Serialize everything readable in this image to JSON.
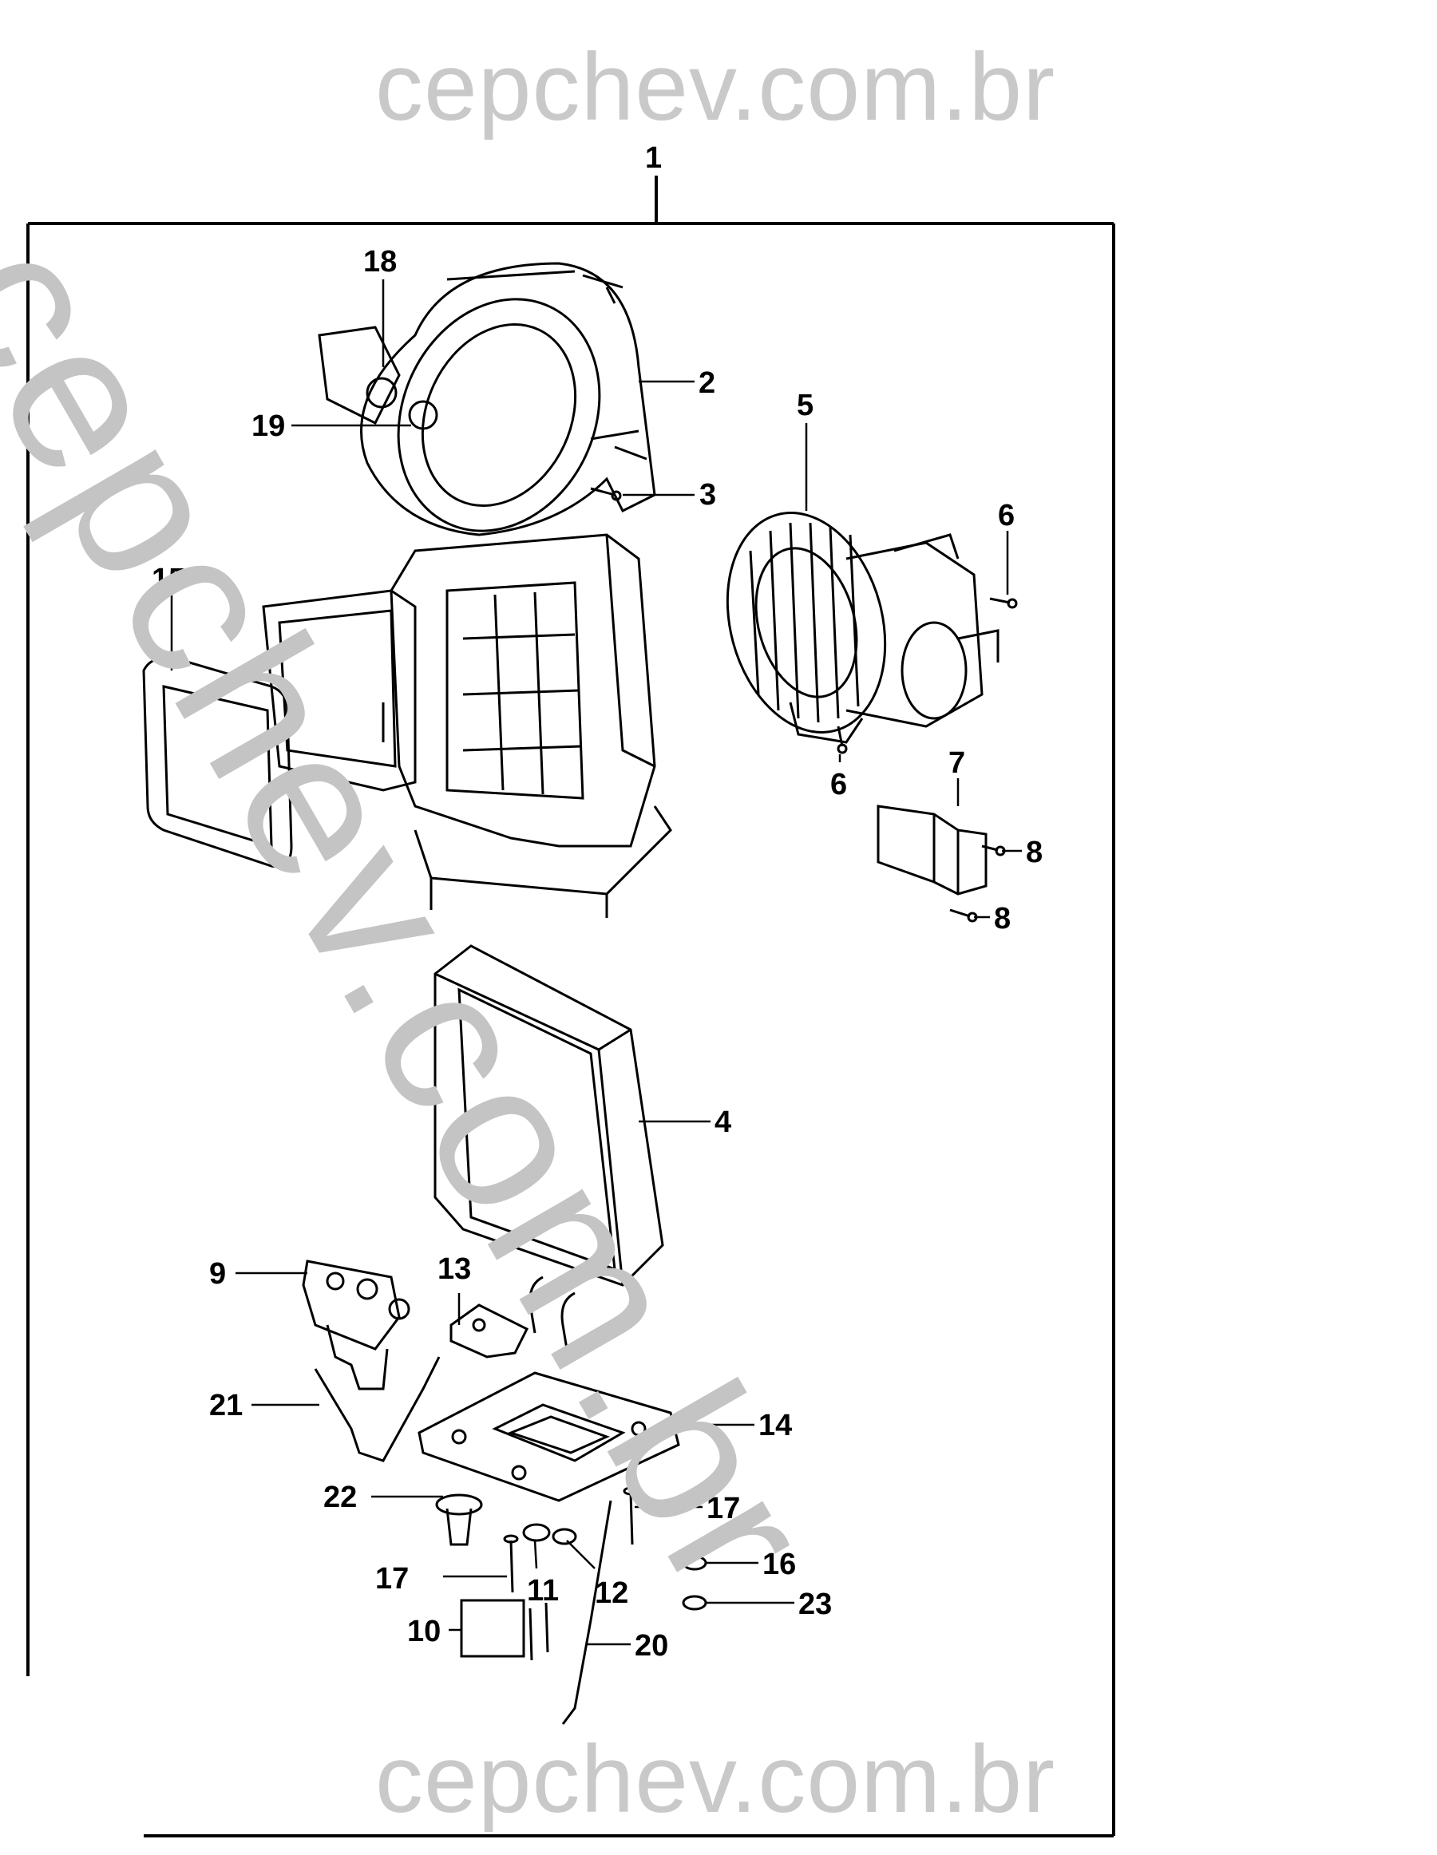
{
  "watermark": {
    "top": "cepchev.com.br",
    "bottom": "cepchev.com.br",
    "diagonal": "cepchev.com.br"
  },
  "callouts": {
    "c1": "1",
    "c2": "2",
    "c3": "3",
    "c4": "4",
    "c5": "5",
    "c6a": "6",
    "c6b": "6",
    "c7": "7",
    "c8a": "8",
    "c8b": "8",
    "c9": "9",
    "c10": "10",
    "c11": "11",
    "c12": "12",
    "c13": "13",
    "c14": "14",
    "c15": "15",
    "c16": "16",
    "c17a": "17",
    "c17b": "17",
    "c18": "18",
    "c19": "19",
    "c20": "20",
    "c21": "21",
    "c22": "22",
    "c23": "23"
  },
  "colors": {
    "line": "#000000",
    "watermark": "#c9c9c9",
    "background": "#ffffff"
  }
}
